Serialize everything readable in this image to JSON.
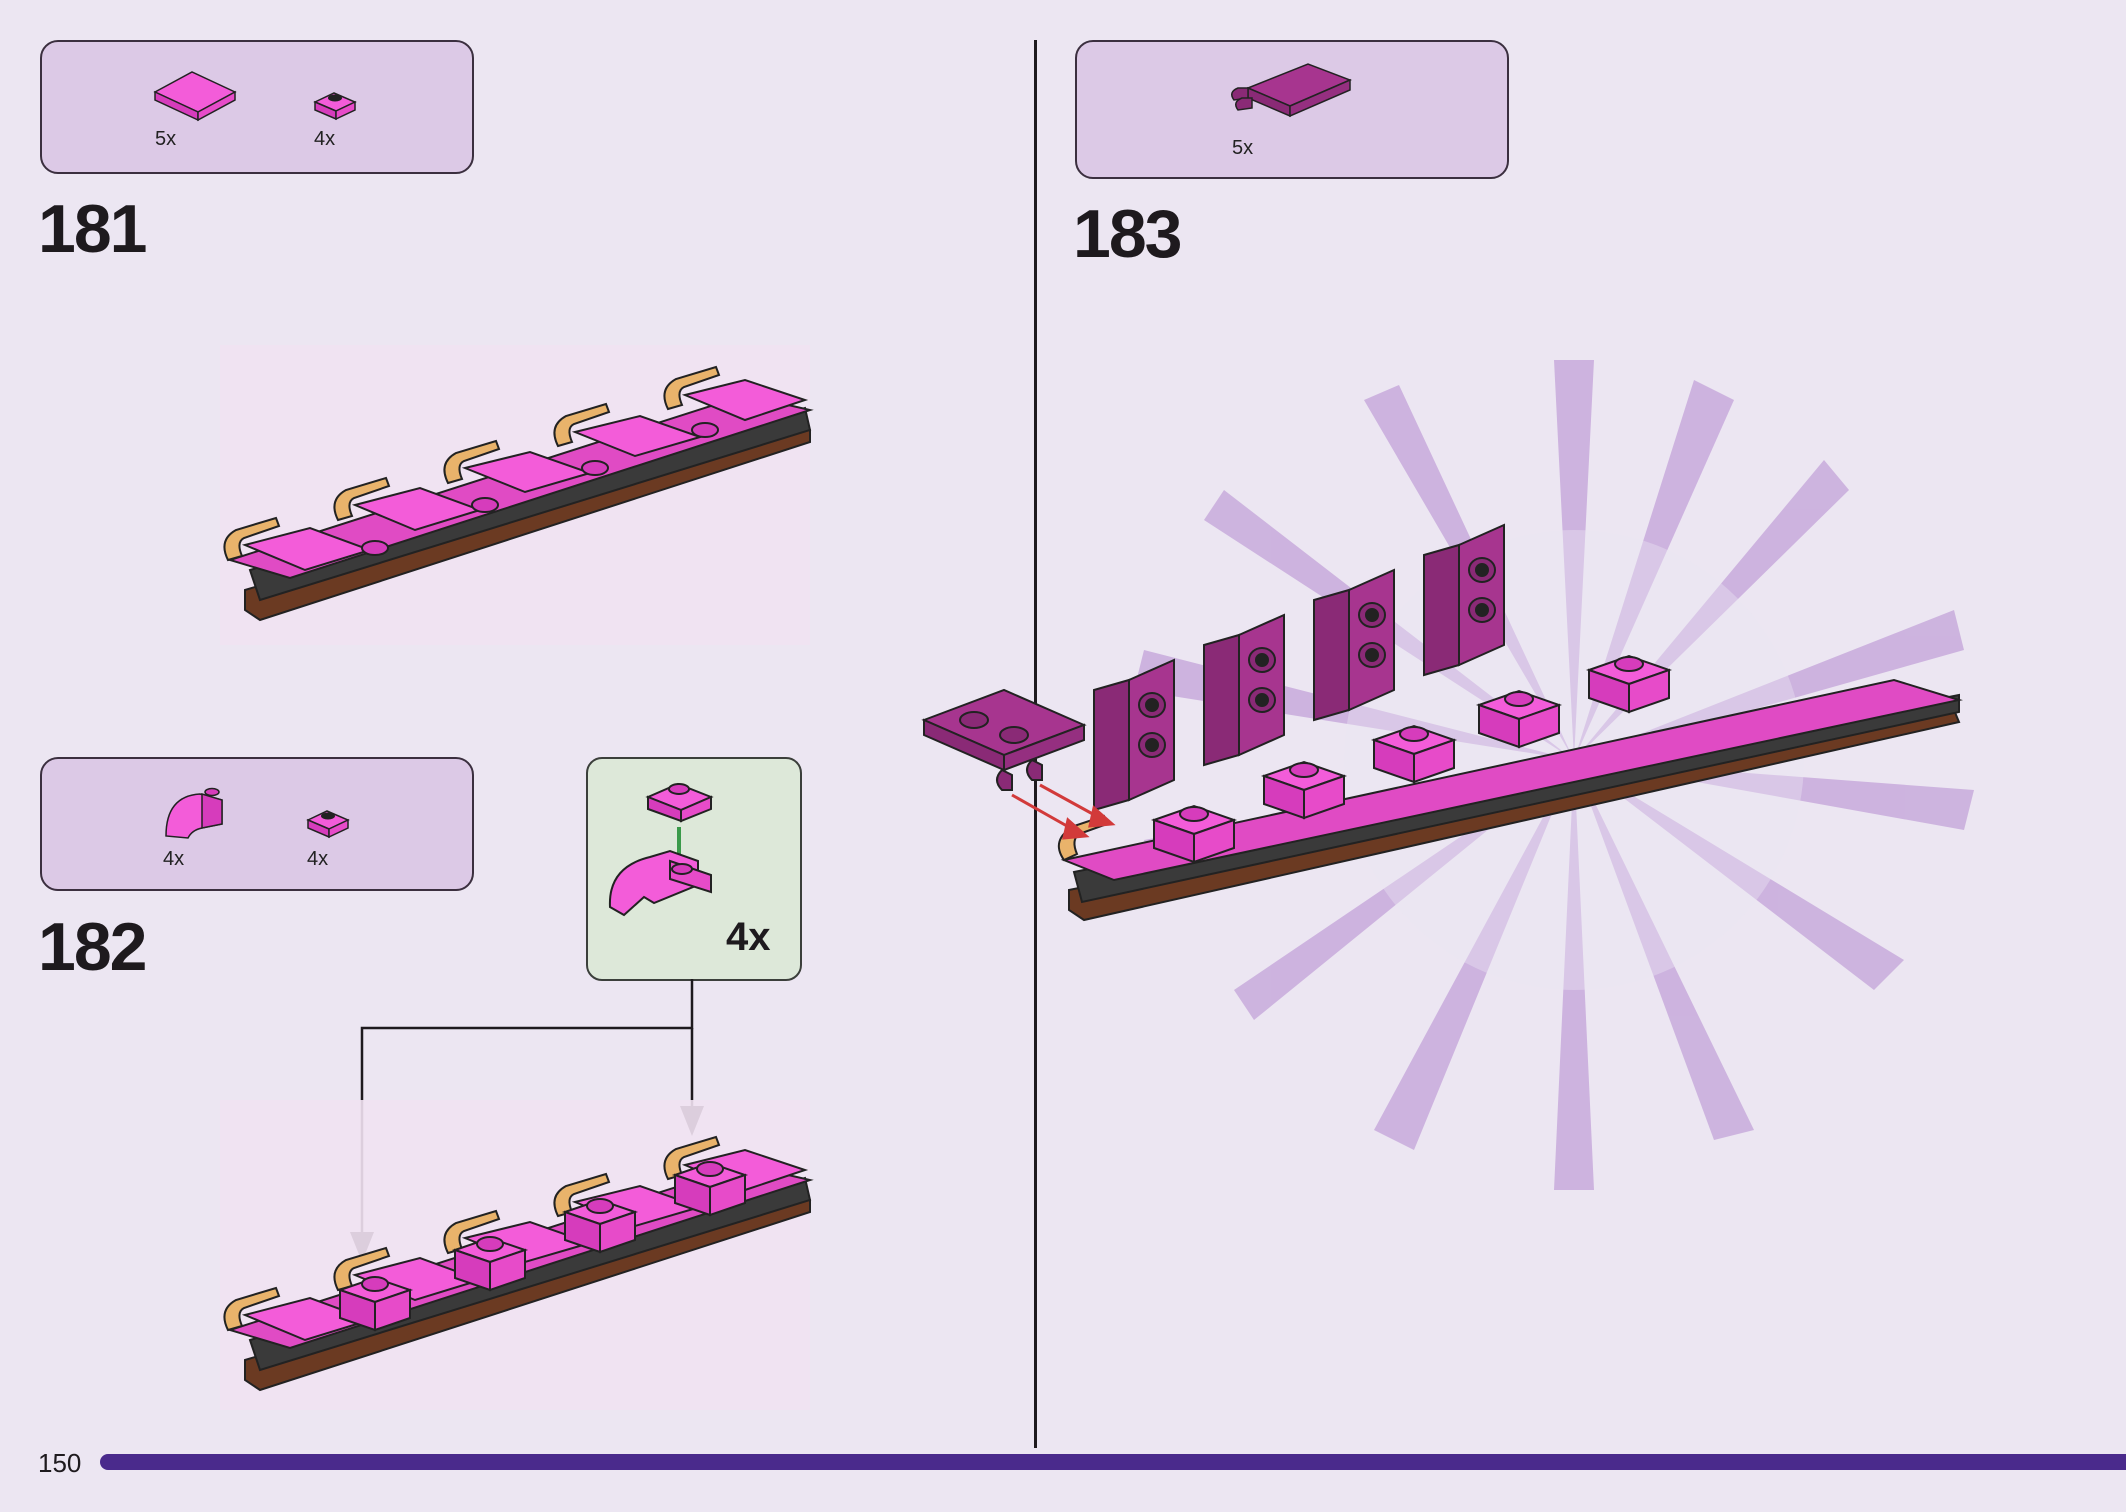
{
  "page": {
    "number": "150",
    "accent": "#4a2a8c",
    "background": "#ece6f2",
    "part_box_color": "#dcc9e6",
    "callout_color": "#dde8d9"
  },
  "steps": [
    {
      "number": "181",
      "parts": [
        {
          "qty": "5x",
          "icon": "pink-tile-2x2-icon"
        },
        {
          "qty": "4x",
          "icon": "pink-plate-1x1-icon"
        }
      ]
    },
    {
      "number": "182",
      "parts": [
        {
          "qty": "4x",
          "icon": "pink-curved-slope-icon"
        },
        {
          "qty": "4x",
          "icon": "pink-plate-1x1-icon"
        }
      ],
      "callout": {
        "qty": "4x"
      }
    },
    {
      "number": "183",
      "parts": [
        {
          "qty": "5x",
          "icon": "magenta-plate-with-clips-icon"
        }
      ]
    }
  ]
}
